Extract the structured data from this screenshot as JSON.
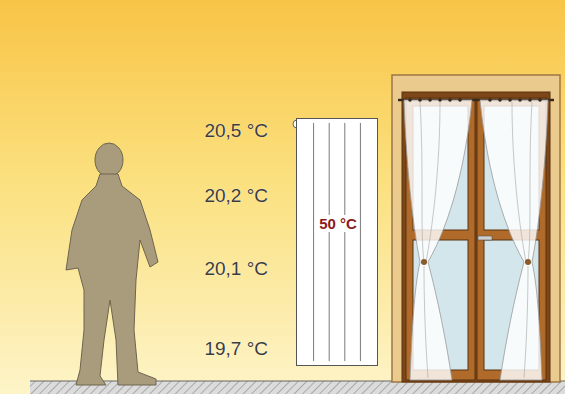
{
  "diagram": {
    "nodes": [
      {
        "text": [
          "50 °C"
        ]
      }
    ],
    "labels": [
      "20,5 °C",
      "20,2 °C",
      "20,1 °C",
      "19,7 °C"
    ]
  }
}
